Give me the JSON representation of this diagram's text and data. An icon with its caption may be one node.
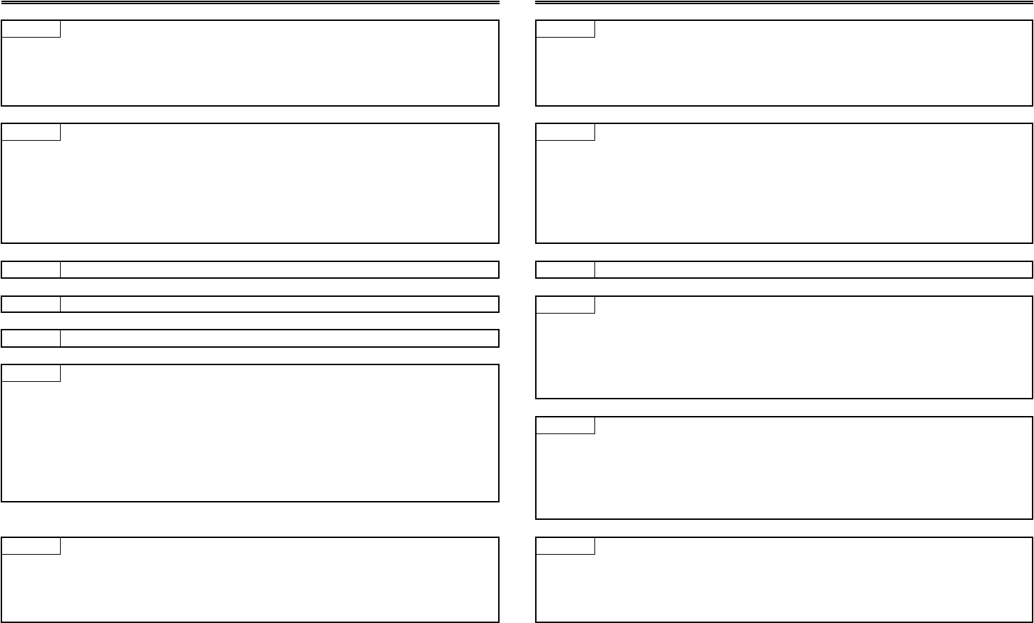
{
  "diagram": {
    "nodes": [
      {
        "text": [],
        "shape": "box"
      },
      {
        "text": [],
        "shape": "box",
        "in": 0
      },
      {
        "text": [],
        "shape": "box"
      },
      {
        "text": [],
        "shape": "box",
        "in": 2
      },
      {
        "text": [],
        "shape": "box"
      },
      {
        "text": [],
        "shape": "box",
        "in": 4
      },
      {
        "text": [],
        "shape": "box"
      },
      {
        "text": [],
        "shape": "box",
        "in": 6
      },
      {
        "text": [],
        "shape": "box"
      },
      {
        "text": [],
        "shape": "box",
        "in": 8
      },
      {
        "text": [],
        "shape": "box"
      },
      {
        "text": [],
        "shape": "box",
        "in": 10
      },
      {
        "text": [],
        "shape": "box"
      },
      {
        "text": [],
        "shape": "box",
        "in": 12
      },
      {
        "text": [],
        "shape": "box"
      },
      {
        "text": [],
        "shape": "box",
        "in": 14
      },
      {
        "text": [],
        "shape": "box"
      },
      {
        "text": [],
        "shape": "box",
        "in": 16
      },
      {
        "text": [],
        "shape": "box"
      },
      {
        "text": [],
        "shape": "box",
        "in": 18
      },
      {
        "text": [],
        "shape": "box"
      },
      {
        "text": [],
        "shape": "box",
        "in": 20
      },
      {
        "text": [],
        "shape": "box"
      },
      {
        "text": [],
        "shape": "box",
        "in": 22
      },
      {
        "text": [],
        "shape": "box"
      },
      {
        "text": [],
        "shape": "box",
        "in": 24
      }
    ]
  }
}
